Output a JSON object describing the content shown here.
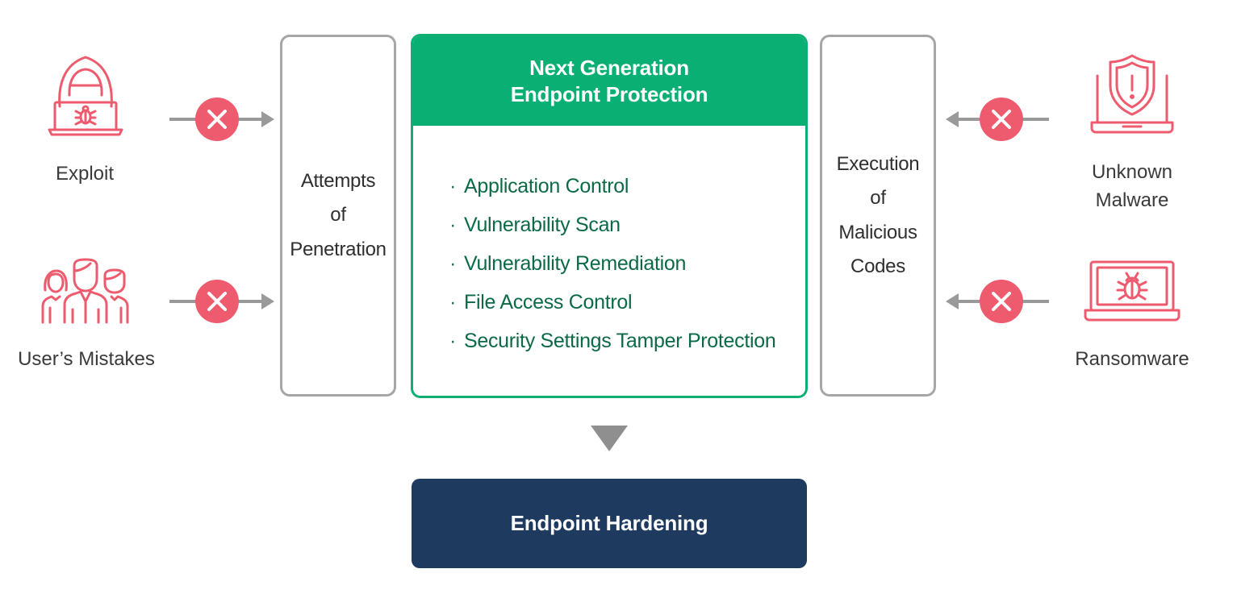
{
  "threats_left": [
    {
      "label": "Exploit",
      "icon": "hacker-laptop-icon"
    },
    {
      "label": "User’s Mistakes",
      "icon": "users-group-icon"
    }
  ],
  "threats_right": [
    {
      "label_lines": [
        "Unknown",
        "Malware"
      ],
      "icon": "shield-alert-laptop-icon"
    },
    {
      "label": "Ransomware",
      "icon": "bug-laptop-icon"
    }
  ],
  "left_box": {
    "lines": [
      "Attempts",
      "of",
      "Penetration"
    ]
  },
  "right_box": {
    "lines": [
      "Execution",
      "of",
      "Malicious",
      "Codes"
    ]
  },
  "center": {
    "title_lines": [
      "Next Generation",
      "Endpoint Protection"
    ],
    "bullet": "·",
    "features": [
      "Application Control",
      "Vulnerability Scan",
      "Vulnerability Remediation",
      "File Access Control",
      "Security Settings Tamper Protection"
    ]
  },
  "result": {
    "label": "Endpoint Hardening"
  },
  "colors": {
    "threat": "#ee5b6e",
    "accent_green": "#0aaf74",
    "feature_text": "#0b6a45",
    "result_bg": "#1f3a5f",
    "arrow_gray": "#999999",
    "box_border": "#a6a6a6"
  }
}
